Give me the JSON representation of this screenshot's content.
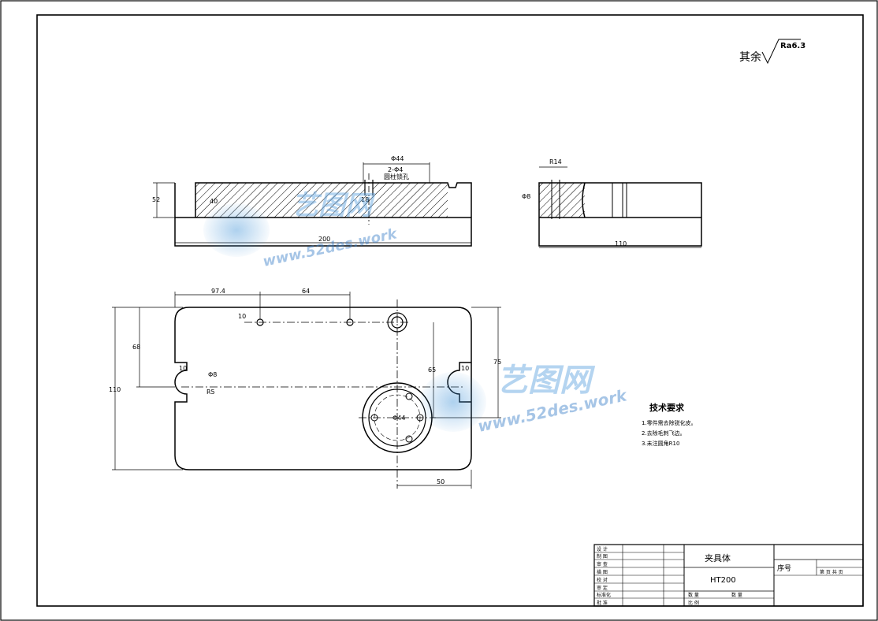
{
  "surface_note": {
    "prefix": "其余",
    "ra_value": "Ra6.3"
  },
  "front_view": {
    "dim_top_width": "Φ44",
    "hole_note_line1": "2-Φ4",
    "hole_note_line2": "圆柱锁孔",
    "dim_left_height": "52",
    "dim_inner_height": "40",
    "dim_slot": "18",
    "dim_overall_length": "200"
  },
  "side_view": {
    "dim_top": "R14",
    "dim_left": "Φ8",
    "dim_overall_length": "110"
  },
  "top_view": {
    "dim_a": "97.4",
    "dim_b": "64",
    "dim_c": "10",
    "dim_left_height": "110",
    "dim_left_inner": "68",
    "dim_slot_left": "10",
    "dim_slot_right": "10",
    "dim_right_height": "75",
    "dim_bore": "Φ44",
    "dim_inner_right": "65",
    "dim_bottom": "50",
    "dim_slot_dia_left": "Φ8",
    "dim_slot_r_left": "R5"
  },
  "tech_requirements": {
    "title": "技术要求",
    "items": [
      "1.零件需去除锐化皮。",
      "2.去除毛刺飞边。",
      "3.未注圆角R10"
    ]
  },
  "title_block": {
    "part_name": "夹具体",
    "material": "HT200",
    "sequence_label": "序号",
    "sheet_label": "第  页 共  页",
    "count_label_1": "数  量",
    "count_label_2": "数  量",
    "scale_label": "比  例",
    "rows": [
      "设  计",
      "制  图",
      "审  查",
      "描  图",
      "校  对",
      "审  定",
      "标准化",
      "批  准"
    ]
  },
  "watermark": {
    "brand": "艺图网",
    "url": "www.52des.work"
  }
}
